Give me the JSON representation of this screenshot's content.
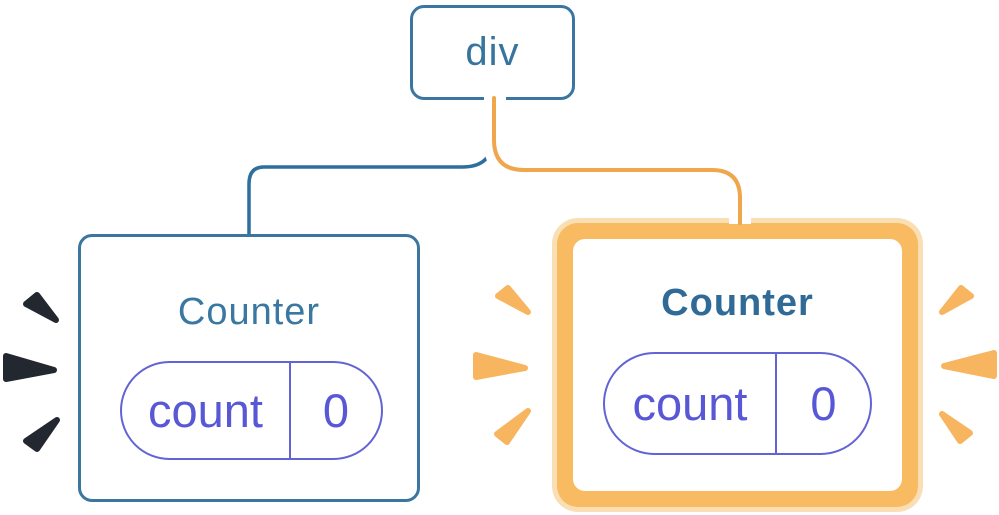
{
  "diagram": {
    "description": "React component tree: a div root element with two Counter component children; the right Counter is highlighted as updated (orange glow and sparks), the left Counter has dark sparks",
    "root_node": {
      "label": "div"
    },
    "left_counter": {
      "title": "Counter",
      "state_pill": {
        "key": "count",
        "value": "0"
      }
    },
    "right_counter": {
      "title": "Counter",
      "state_pill": {
        "key": "count",
        "value": "0"
      }
    }
  },
  "colors": {
    "box_border_blue": "#3b76a0",
    "label_blue": "#35759e",
    "connector_blue": "#2f6f9e",
    "connector_orange": "#f0a64b",
    "connector_casing": "#ffffff",
    "highlight_ring_orange": "#f8bb61",
    "highlight_ring_pale": "#fadfb4",
    "spark_orange": "#f7b55f",
    "spark_ink": "#23272f",
    "pill_indigo_border": "#6363d6",
    "pill_indigo_text": "#5858d6",
    "background": "#ffffff"
  },
  "icons": {
    "left_sparks": "burst-spark-icons (dark ink, 3 wedges pointing at left Counter)",
    "middle_sparks": "burst-spark-icons (orange, 3 wedges pointing at right Counter)",
    "right_sparks": "burst-spark-icons (orange, 3 wedges pointing at right Counter)"
  }
}
